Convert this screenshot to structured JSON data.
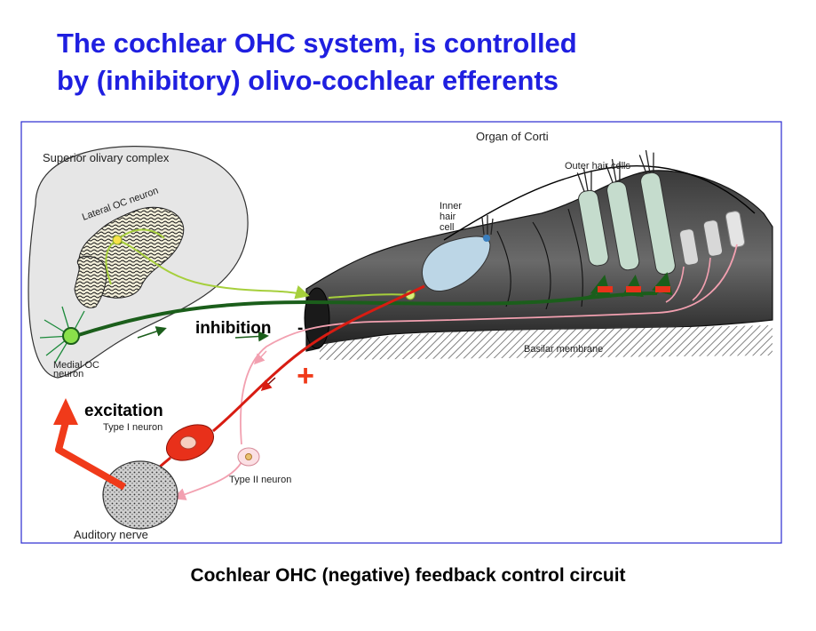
{
  "title_line1": "The cochlear OHC system, is controlled",
  "title_line2": "by (inhibitory) olivo-cochlear efferents",
  "caption": "Cochlear OHC (negative) feedback control circuit",
  "diagram": {
    "organ_of_corti": "Organ of Corti",
    "superior_olivary_complex": "Superior olivary complex",
    "lateral_oc_neuron": "Lateral OC neuron",
    "outer_hair_cells": "Outer hair cells",
    "inner_hair_cell_1": "Inner",
    "inner_hair_cell_2": "hair",
    "inner_hair_cell_3": "cell",
    "inhibition": "inhibition",
    "medial_oc_neuron_1": "Medial OC",
    "medial_oc_neuron_2": "neuron",
    "basilar_membrane": "Basilar membrane",
    "plus_sign": "+",
    "minus_sign": "-",
    "excitation": "excitation",
    "type_i_neuron": "Type I neuron",
    "type_ii_neuron": "Type II neuron",
    "auditory_nerve": "Auditory nerve"
  },
  "colors": {
    "title": "#1f1fe0",
    "frame": "#2a2ad0",
    "efferent_medial": "#1b5e1b",
    "efferent_lateral": "#a6cf3c",
    "afferent_type_i": "#d81c12",
    "afferent_type_ii": "#f2a0b0",
    "feedback_arrow": "#f03a1a",
    "inhibition_marks": "#e8321a"
  }
}
